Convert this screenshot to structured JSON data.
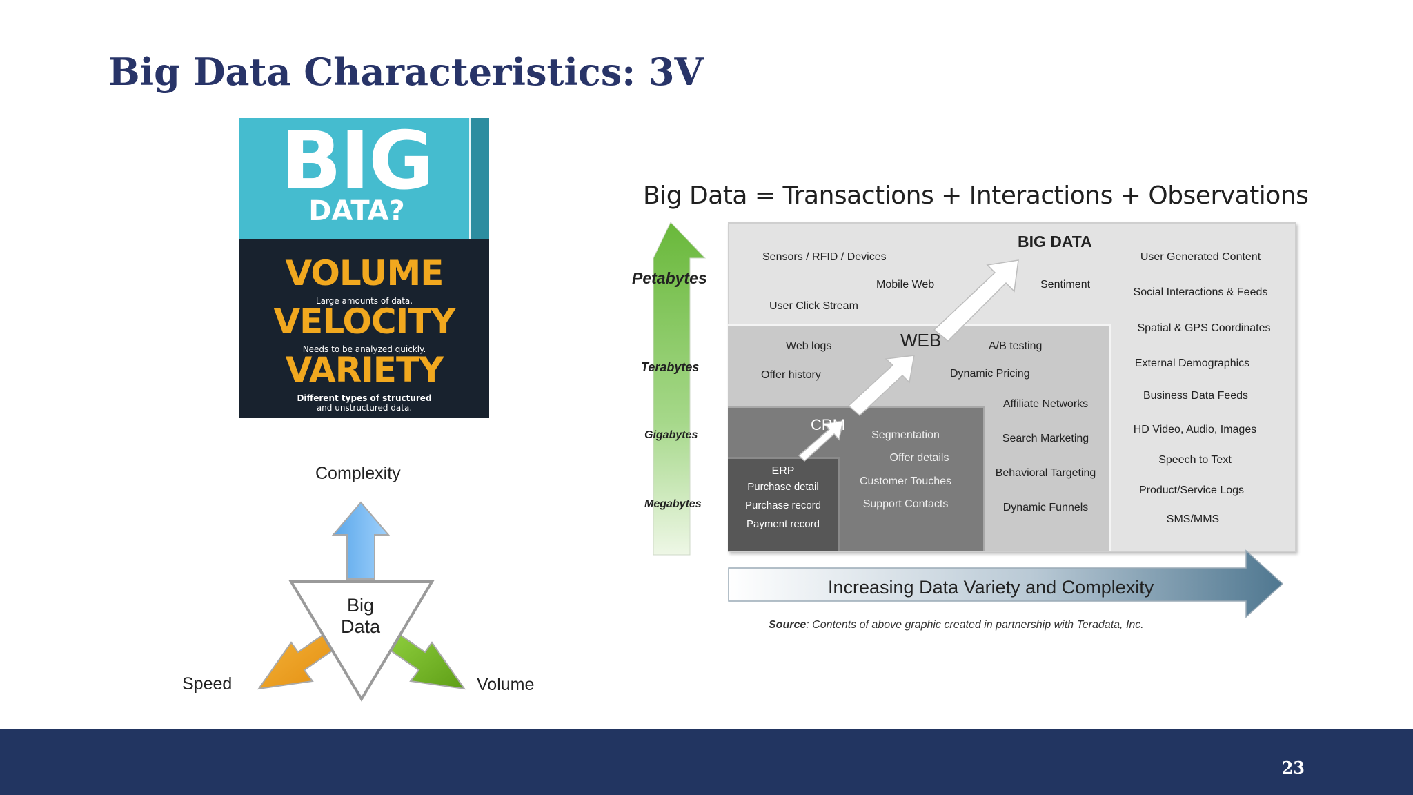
{
  "slide": {
    "title": "Big Data Characteristics: 3V",
    "page_number": "23"
  },
  "poster": {
    "big": "BIG",
    "data": "DATA?",
    "volume": "VOLUME",
    "volume_desc": "Large amounts of data.",
    "velocity": "VELOCITY",
    "velocity_desc": "Needs to be analyzed quickly.",
    "variety": "VARIETY",
    "variety_desc_1": "Different types of structured",
    "variety_desc_2": "and unstructured data.",
    "colors": {
      "top": "#45bccf",
      "bottom": "#18222e",
      "words": "#f1a81f"
    }
  },
  "three_v": {
    "center_line1": "Big",
    "center_line2": "Data",
    "top": "Complexity",
    "left": "Speed",
    "right": "Volume",
    "colors": {
      "complexity": "#7cb8ee",
      "speed": "#f0a51f",
      "volume": "#76b82a"
    }
  },
  "diagram": {
    "title": "Big Data = Transactions + Interactions + Observations",
    "scale": [
      "Petabytes",
      "Terabytes",
      "Gigabytes",
      "Megabytes"
    ],
    "big_data": {
      "label": "BIG DATA",
      "items": [
        "Sensors / RFID / Devices",
        "Mobile Web",
        "User Click Stream",
        "Sentiment"
      ]
    },
    "web": {
      "label": "WEB",
      "items": [
        "Web logs",
        "Offer history",
        "A/B testing",
        "Dynamic Pricing",
        "Affiliate Networks",
        "Search Marketing",
        "Behavioral Targeting",
        "Dynamic Funnels"
      ]
    },
    "crm": {
      "label": "CRM",
      "items": [
        "Segmentation",
        "Offer details",
        "Customer Touches",
        "Support Contacts"
      ]
    },
    "erp": {
      "label": "ERP",
      "items": [
        "Purchase detail",
        "Purchase record",
        "Payment record"
      ]
    },
    "observations": [
      "User Generated Content",
      "Social Interactions & Feeds",
      "Spatial & GPS Coordinates",
      "External Demographics",
      "Business Data Feeds",
      "HD Video, Audio, Images",
      "Speech to Text",
      "Product/Service Logs",
      "SMS/MMS"
    ],
    "arrow_label": "Increasing Data Variety and Complexity",
    "source_bold": "Source",
    "source_text": ": Contents of above graphic created in partnership with Teradata, Inc."
  }
}
